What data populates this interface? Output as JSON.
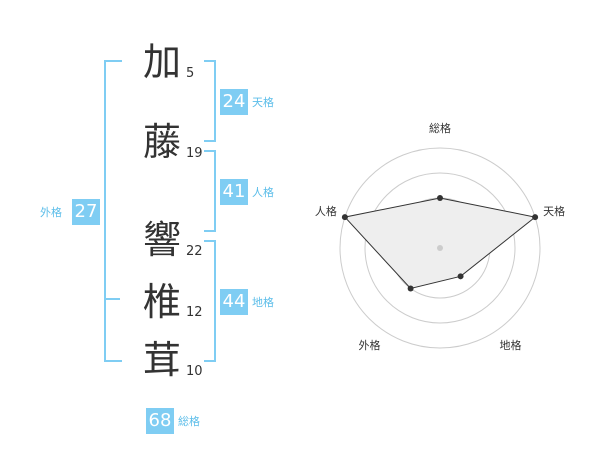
{
  "characters": [
    {
      "char": "加",
      "strokes": "5"
    },
    {
      "char": "藤",
      "strokes": "19"
    },
    {
      "char": "響",
      "strokes": "22"
    },
    {
      "char": "椎",
      "strokes": "12"
    },
    {
      "char": "茸",
      "strokes": "10"
    }
  ],
  "kaku": {
    "ten": {
      "value": "24",
      "label": "天格"
    },
    "jin": {
      "value": "41",
      "label": "人格"
    },
    "chi": {
      "value": "44",
      "label": "地格"
    },
    "gai": {
      "value": "27",
      "label": "外格"
    },
    "sou": {
      "value": "68",
      "label": "総格"
    }
  },
  "chart_data": {
    "type": "radar",
    "axes": [
      "総格",
      "天格",
      "地格",
      "外格",
      "人格"
    ],
    "values": [
      0.5,
      1.0,
      0.35,
      0.5,
      1.0
    ],
    "rings": 4
  }
}
